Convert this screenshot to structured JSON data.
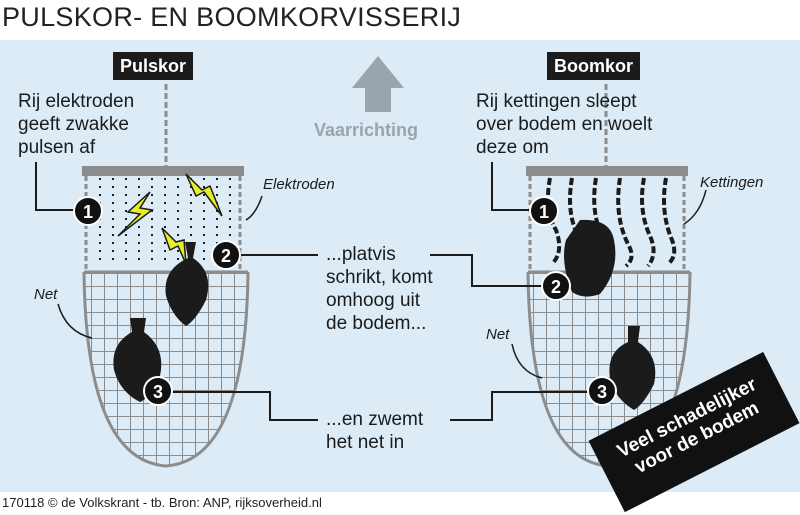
{
  "title": "PULSKOR- EN BOOMKORVISSERIJ",
  "left": {
    "label": "Pulskor",
    "desc": [
      "Rij elektroden",
      "geeft zwakke",
      "pulsen af"
    ],
    "tag_electrodes": "Elektroden",
    "tag_net": "Net"
  },
  "right": {
    "label": "Boomkor",
    "desc": [
      "Rij kettingen sleept",
      "over bodem en woelt",
      "deze om"
    ],
    "tag_chains": "Kettingen",
    "tag_net": "Net"
  },
  "direction": "Vaarrichting",
  "step2": [
    "...platvis",
    "schrikt, komt",
    "omhoog uit",
    "de bodem..."
  ],
  "step3": [
    "...en zwemt",
    "het net in"
  ],
  "badges": {
    "one": "1",
    "two": "2",
    "three": "3"
  },
  "stamp": [
    "Veel schadelijker",
    "voor de bodem"
  ],
  "footer": "170118 © de Volkskrant - tb. Bron: ANP, rijksoverheid.nl",
  "colors": {
    "panel": "#dcebf6",
    "frame": "#8c8c8c",
    "lightning": "#e8ef2a",
    "badge": "#111111"
  }
}
